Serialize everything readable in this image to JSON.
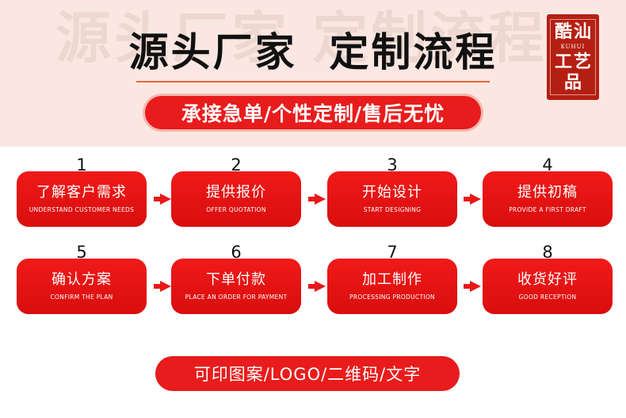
{
  "header": {
    "watermark": "源头厂家  定制流程",
    "title": "源头厂家  定制流程",
    "seal": {
      "char1": "酷",
      "char2": "汕",
      "romanization": "KUHUI",
      "char3": "工",
      "char4": "艺",
      "char5": "品"
    },
    "subtitle": "承接急单/个性定制/售后无忧"
  },
  "steps": [
    {
      "number": "1",
      "cn": "了解客户需求",
      "en": "UNDERSTAND CUSTOMER NEEDS"
    },
    {
      "number": "2",
      "cn": "提供报价",
      "en": "OFFER QUOTATION"
    },
    {
      "number": "3",
      "cn": "开始设计",
      "en": "START DESIGNING"
    },
    {
      "number": "4",
      "cn": "提供初稿",
      "en": "PROVIDE A FIRST DRAFT"
    },
    {
      "number": "5",
      "cn": "确认方案",
      "en": "CONFIRM THE PLAN"
    },
    {
      "number": "6",
      "cn": "下单付款",
      "en": "PLACE AN ORDER FOR PAYMENT"
    },
    {
      "number": "7",
      "cn": "加工制作",
      "en": "PROCESSING PRODUCTION"
    },
    {
      "number": "8",
      "cn": "收货好评",
      "en": "GOOD RECEPTION"
    }
  ],
  "footer": {
    "banner": "可印图案/LOGO/二维码/文字"
  },
  "colors": {
    "accent_red": "#e81c1c",
    "band": "#fbe7e2",
    "seal_red": "#b51f12"
  }
}
